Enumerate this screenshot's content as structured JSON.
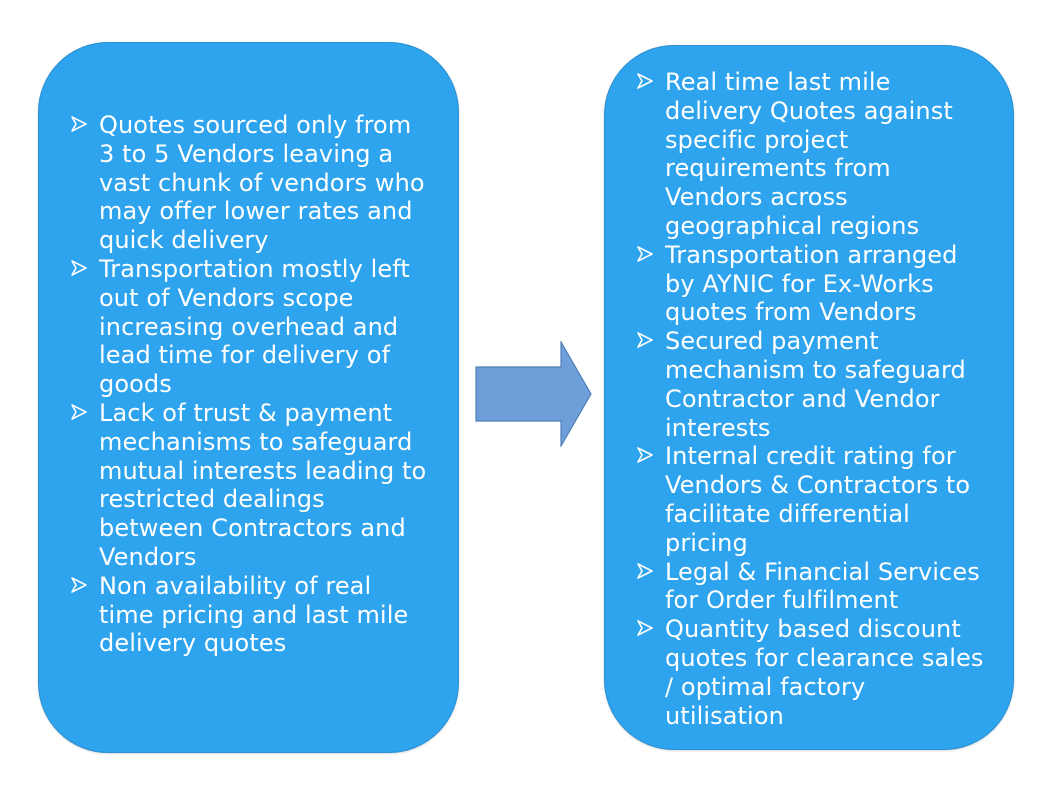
{
  "left_panel": {
    "items": [
      "Quotes sourced only from 3 to 5 Vendors leaving a vast chunk of vendors who may offer lower rates and quick delivery",
      "Transportation mostly left out of Vendors scope increasing overhead and lead time for delivery of goods",
      "Lack of trust & payment mechanisms to safeguard mutual interests leading to restricted dealings between Contractors and Vendors",
      "Non availability of real time pricing and last mile delivery quotes"
    ]
  },
  "right_panel": {
    "items": [
      "Real time last mile delivery Quotes against specific project requirements from Vendors across geographical regions",
      "Transportation arranged by AYNIC for Ex-Works quotes from Vendors",
      "Secured payment mechanism to safeguard Contractor and Vendor interests",
      "Internal credit rating for Vendors & Contractors to facilitate differential pricing",
      "Legal & Financial Services for Order fulfilment",
      "Quantity based discount quotes for clearance sales / optimal factory utilisation"
    ]
  },
  "colors": {
    "panel_fill": "#2ea3ee",
    "arrow_fill": "#6f9fd8",
    "text": "#ffffff"
  },
  "icons": {
    "bullet": "arrowhead-bullet-icon",
    "connector": "right-arrow-icon"
  }
}
